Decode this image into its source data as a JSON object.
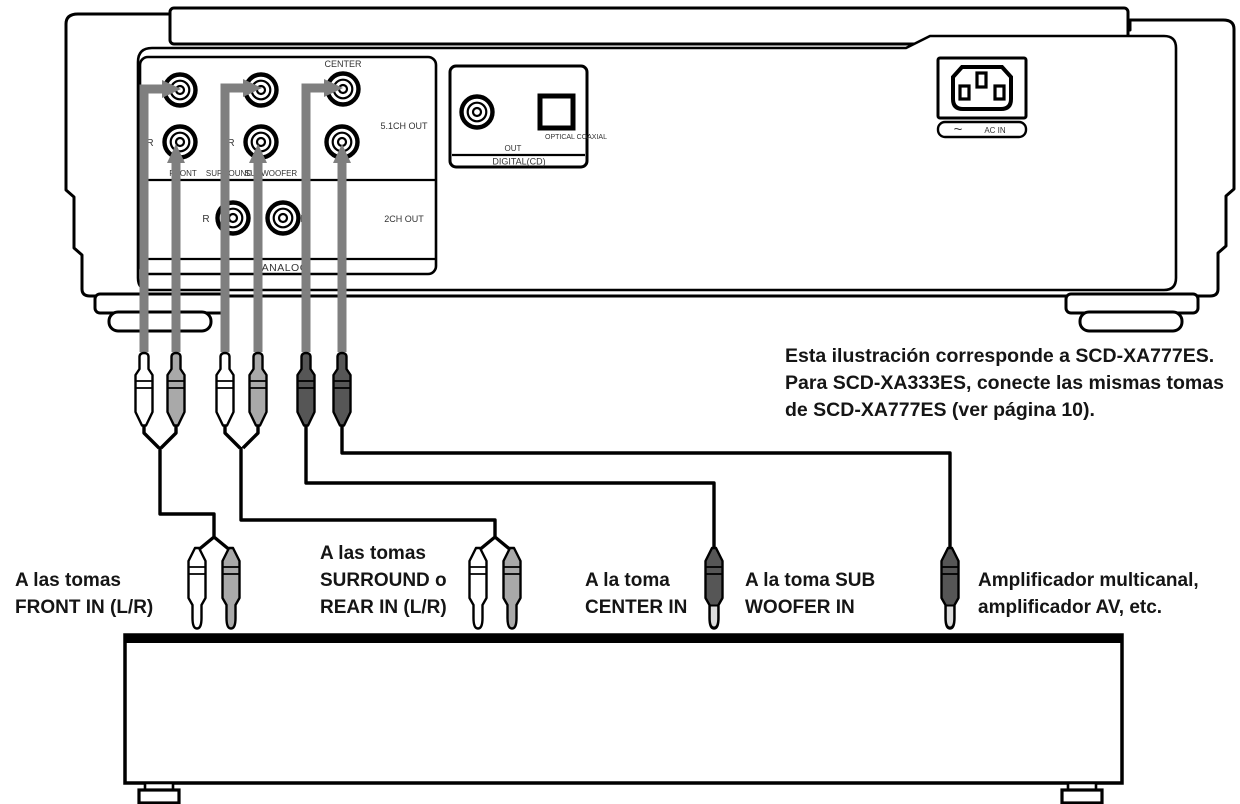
{
  "colors": {
    "outline": "#000000",
    "cable": "#7f7f7f",
    "plug_white": "#ffffff",
    "plug_gray": "#a9a9a9",
    "plug_dark": "#565656",
    "plug_tip_light": "#dcdcdc"
  },
  "rear_panel": {
    "center_jack_label": "CENTER",
    "front_r_label": "R",
    "surround_r_label": "R",
    "group_front": "FRONT",
    "group_surround": "SURROUND",
    "group_subwoofer": "SUBWOOFER",
    "out_5_1ch": "5.1CH OUT",
    "two_ch_r": "R",
    "two_ch_l": "L",
    "out_2ch": "2CH OUT",
    "analog": "ANALOG",
    "digital": {
      "optical_coaxial": "OPTICAL COAXIAL",
      "out": "OUT",
      "title": "DIGITAL(CD)"
    },
    "ac_in": {
      "tilde": "~",
      "label": "AC IN"
    }
  },
  "note": {
    "line1": "Esta ilustración corresponde a SCD-XA777ES.",
    "line2": "Para SCD-XA333ES, conecte las mismas tomas",
    "line3": "de SCD-XA777ES (ver página 10)."
  },
  "callouts": {
    "front": {
      "line1": "A las tomas",
      "line2": "FRONT IN (L/R)"
    },
    "surround": {
      "line1": "A las tomas",
      "line2": "SURROUND o",
      "line3": "REAR IN (L/R)"
    },
    "center": {
      "line1": "A la toma",
      "line2": "CENTER IN"
    },
    "subwoofer": {
      "line1": "A la toma SUB",
      "line2": "WOOFER IN"
    },
    "amplifier": {
      "line1": "Amplificador multicanal,",
      "line2": "amplificador AV, etc."
    }
  }
}
